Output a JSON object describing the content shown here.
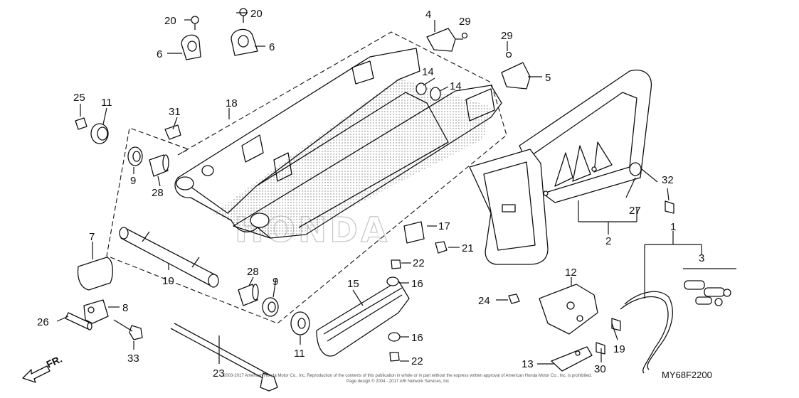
{
  "diagram_code": "MY68F2200",
  "direction_label": "FR.",
  "watermark": "HONDA",
  "copyright_line1": "2003-2017 American Honda Motor Co., Inc. Reproduction of the contents of this publication in whole or in part without the express written approval of American Honda Motor Co., Inc. is prohibited.",
  "copyright_line2": "Page design © 2004 - 2017 ARI Network Services, Inc.",
  "callouts": {
    "c1": "1",
    "c2": "2",
    "c3": "3",
    "c4": "4",
    "c5": "5",
    "c6a": "6",
    "c6b": "6",
    "c7": "7",
    "c8": "8",
    "c9a": "9",
    "c9b": "9",
    "c10": "10",
    "c11a": "11",
    "c11b": "11",
    "c12": "12",
    "c13": "13",
    "c14a": "14",
    "c14b": "14",
    "c15": "15",
    "c16a": "16",
    "c16b": "16",
    "c17": "17",
    "c18": "18",
    "c19": "19",
    "c20a": "20",
    "c20b": "20",
    "c21": "21",
    "c22a": "22",
    "c22b": "22",
    "c23": "23",
    "c24": "24",
    "c25": "25",
    "c26": "26",
    "c27": "27",
    "c28a": "28",
    "c28b": "28",
    "c29a": "29",
    "c29b": "29",
    "c30": "30",
    "c31": "31",
    "c32": "32",
    "c33": "33"
  }
}
